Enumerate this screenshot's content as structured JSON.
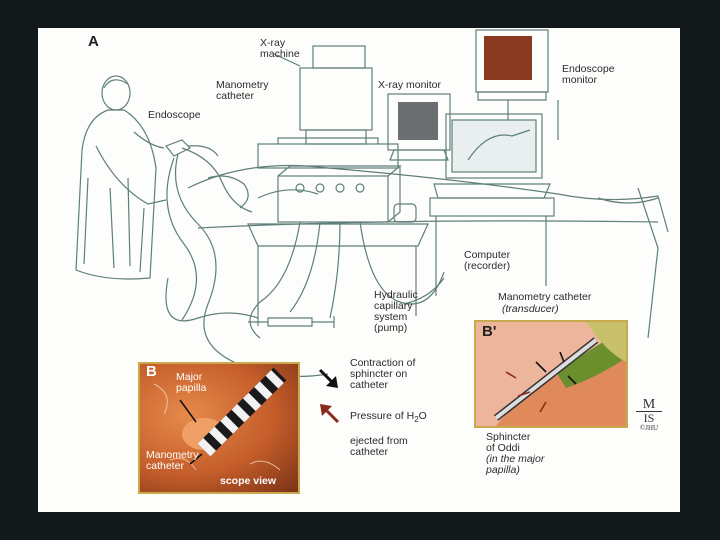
{
  "panel_a": {
    "letter": "A",
    "xray_machine": "X-ray\nmachine",
    "manometry_catheter": "Manometry\ncatheter",
    "endoscope": "Endoscope",
    "xray_monitor": "X-ray monitor",
    "endoscope_monitor": "Endoscope\nmonitor",
    "computer": "Computer\n(recorder)",
    "hydraulic": "Hydraulic\ncapillary\nsystem\n(pump)"
  },
  "panel_b": {
    "letter": "B",
    "major_papilla": "Major\npapilla",
    "manometry_catheter": "Manometry\ncatheter",
    "scope_view": "scope view"
  },
  "legend": {
    "contraction": "Contraction of\nsphincter on\ncatheter",
    "pressure_prefix": "Pressure of H",
    "pressure_sub": "2",
    "pressure_suffix": "O",
    "pressure_rest": "ejected from\ncatheter",
    "black_arrow_color": "#111111",
    "red_arrow_color": "#8a2a1c"
  },
  "panel_b_prime": {
    "letter": "B'",
    "catheter_label": "Manometry catheter",
    "transducer": "(transducer)",
    "sphincter": "Sphincter\nof Oddi",
    "in_papilla": "(in the major\npapilla)",
    "logo_top": "M",
    "logo_mid": "IS",
    "logo_bottom": "©JHU"
  },
  "colors": {
    "sketch": "#5e7f7a",
    "tissue_orange": "#d97a3f",
    "tissue_pink": "#e9a48d",
    "bile_green": "#6c8f2d",
    "panel_border": "#c9a94d"
  }
}
